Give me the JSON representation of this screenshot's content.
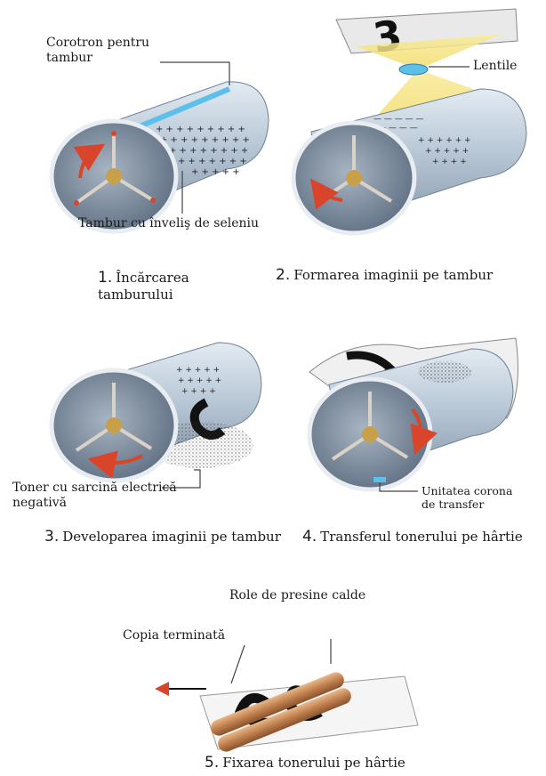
{
  "labels": {
    "corotron": "Corotron pentru tambur",
    "lentile": "Lentile",
    "tambur": "Tambur cu înveliş de seleniu",
    "toner": "Toner cu sarcină electrică negativă",
    "unitatea": "Unitatea corona de transfer",
    "role": "Role de presine calde",
    "copia": "Copia terminată"
  },
  "steps": [
    {
      "num": "1.",
      "text": "Încărcarea tamburului"
    },
    {
      "num": "2.",
      "text": "Formarea imaginii pe tambur"
    },
    {
      "num": "3.",
      "text": "Developarea imaginii pe tambur"
    },
    {
      "num": "4.",
      "text": "Transferul tonerului pe hârtie"
    },
    {
      "num": "5.",
      "text": "Fixarea tonerului pe hârtie"
    }
  ],
  "colors": {
    "drum": "#b8c7d6",
    "drum_end": "#7f8fa3",
    "arrow": "#d9452b",
    "corotron": "#5cc0ea",
    "light": "#f6e27a",
    "roller": "#c88a56"
  }
}
